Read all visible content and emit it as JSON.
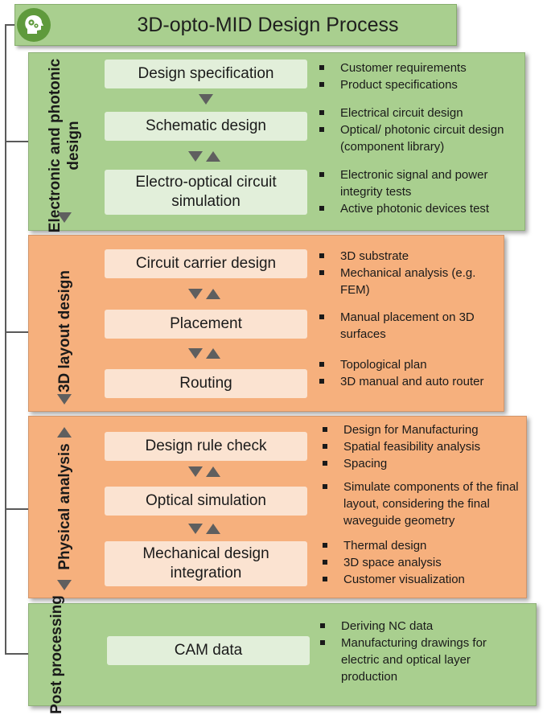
{
  "title": "3D-opto-MID Design Process",
  "icon": "head-with-gears-icon",
  "colors": {
    "green": "#a9cf8f",
    "green_box": "#e2efda",
    "orange": "#f6b07d",
    "orange_box": "#fbe3d1"
  },
  "sections": [
    {
      "label": "Electronic and photonic design",
      "steps": [
        "Design specification",
        "Schematic design",
        "Electro-optical circuit simulation"
      ],
      "notes": [
        [
          "Customer requirements",
          "Product specifications"
        ],
        [
          "Electrical circuit design",
          "Optical/ photonic circuit design (component library)"
        ],
        [
          "Electronic signal and power integrity tests",
          "Active photonic devices test"
        ]
      ]
    },
    {
      "label": "3D layout design",
      "steps": [
        "Circuit carrier design",
        "Placement",
        "Routing"
      ],
      "notes": [
        [
          "3D substrate",
          "Mechanical analysis (e.g. FEM)"
        ],
        [
          "Manual placement on 3D surfaces"
        ],
        [
          "Topological plan",
          "3D manual and auto router"
        ]
      ]
    },
    {
      "label": "Physical analysis",
      "steps": [
        "Design rule check",
        "Optical simulation",
        "Mechanical design integration"
      ],
      "notes": [
        [
          "Design for Manufacturing",
          "Spatial feasibility analysis",
          "Spacing"
        ],
        [
          "Simulate components of the final layout, considering the final waveguide geometry"
        ],
        [
          "Thermal design",
          "3D space analysis",
          "Customer visualization"
        ]
      ]
    },
    {
      "label": "Post processing",
      "steps": [
        "CAM data"
      ],
      "notes": [
        [
          "Deriving NC data",
          "Manufacturing drawings for electric and optical layer production"
        ]
      ]
    }
  ]
}
